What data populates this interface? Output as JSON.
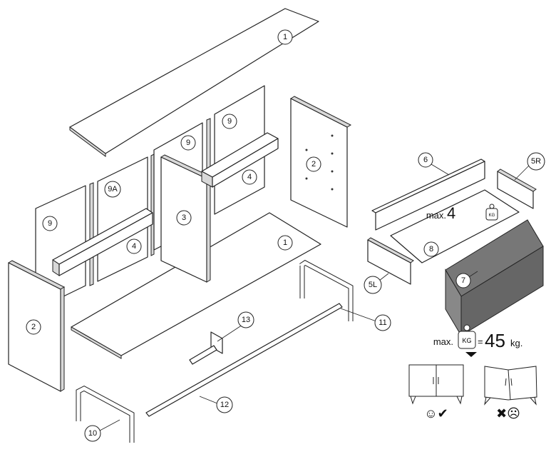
{
  "parts": {
    "top_panel": "1",
    "bottom_panel": "1",
    "side_left": "2",
    "side_right": "2",
    "middle_divider": "3",
    "rail_front": "4",
    "rail_back": "4",
    "drawer_left": "5L",
    "drawer_right": "5R",
    "drawer_back": "6",
    "drawer_front": "7",
    "drawer_bottom": "8",
    "back_panel_a": "9",
    "back_panel_b": "9",
    "back_panel_c": "9",
    "back_panel_9a": "9A",
    "leg_frame_left": "10",
    "leg_frame_right": "11",
    "leg_bar": "12",
    "center_leg": "13"
  },
  "drawer_load": {
    "prefix": "max.",
    "value": "4",
    "unit_icon": "KG"
  },
  "total_load": {
    "prefix": "max.",
    "unit_icon": "KG",
    "equals": "=",
    "value": "45",
    "unit": "kg."
  },
  "outcomes": {
    "good": "smiley-check",
    "bad": "cross-frown"
  }
}
